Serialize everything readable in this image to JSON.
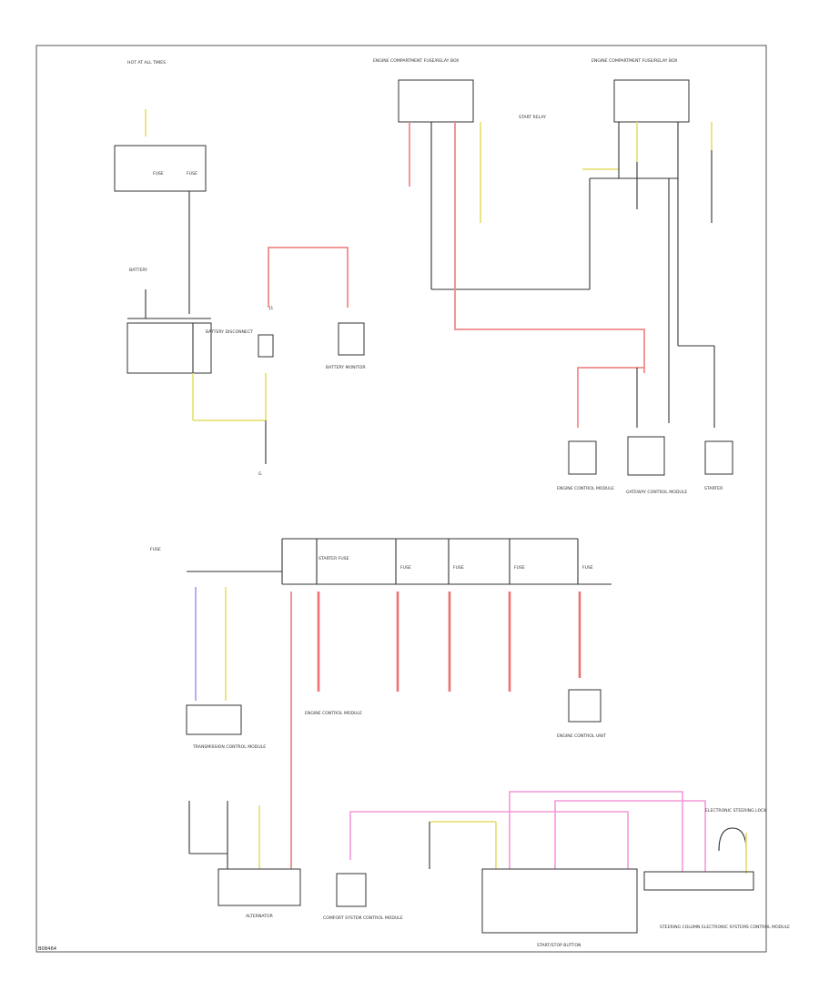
{
  "diagram": {
    "corner_code": "B08464",
    "frame_color": "#333333",
    "wire_colors": {
      "red": "#f08a8a",
      "yellow": "#e8e27a",
      "pink": "#f39ad8",
      "blue": "#a8a8f0",
      "black": "#333333"
    },
    "labels": {
      "hot_at_all_times": "HOT AT ALL TIMES",
      "fuse_a": "FUSE",
      "fuse_b": "FUSE",
      "battery": "BATTERY",
      "ground": "G",
      "j1": "J1",
      "battery_disconnect": "BATTERY DISCONNECT",
      "battery_monitor": "BATTERY MONITOR",
      "gateway_module_upper": "GATEWAY CONTROL MODULE",
      "left_relay_panel": "ENGINE COMPARTMENT FUSE/RELAY BOX",
      "right_relay_panel": "ENGINE COMPARTMENT FUSE/RELAY BOX",
      "start_point": "START RELAY",
      "engine_control_module": "ENGINE CONTROL MODULE",
      "starter": "STARTER",
      "fuse_c": "FUSE",
      "transmission_unit": "TRANSMISSION CONTROL MODULE",
      "engine_control_lower": "ENGINE CONTROL MODULE",
      "starter_fuse": "STARTER FUSE",
      "fuse_d": "FUSE",
      "fuse_e": "FUSE",
      "fuse_f": "FUSE",
      "fuse_g": "FUSE",
      "engine_control_unit": "ENGINE CONTROL UNIT",
      "alternator": "ALTERNATOR",
      "comfort_system_module": "COMFORT SYSTEM CONTROL MODULE",
      "start_stop_button": "START/STOP BUTTON",
      "electronic_steering_lock": "ELECTRONIC STEERING LOCK",
      "steering_column_module": "STEERING COLUMN ELECTRONIC SYSTEMS CONTROL MODULE"
    }
  }
}
